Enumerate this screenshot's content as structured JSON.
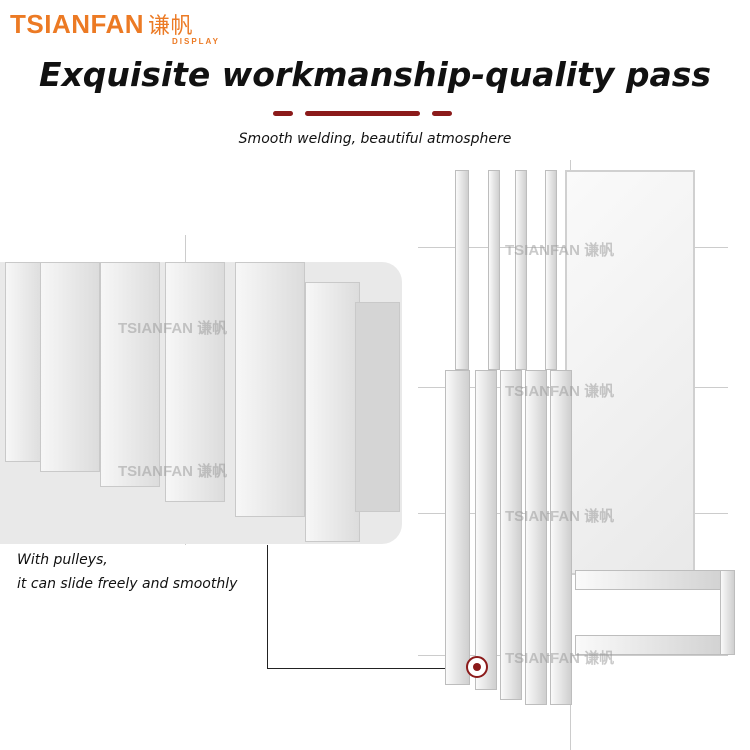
{
  "brand": {
    "name": "TSIANFAN",
    "chinese": "谦帆",
    "tagline": "DISPLAY",
    "color": "#ec7a24"
  },
  "title": "Exquisite workmanship-quality pass",
  "subtitle": "Smooth welding, beautiful atmosphere",
  "caption": {
    "line1": "With pulleys,",
    "line2": "it can slide freely and smoothly"
  },
  "watermark": "TSIANFAN 谦帆",
  "accent": "#8b1a1a"
}
